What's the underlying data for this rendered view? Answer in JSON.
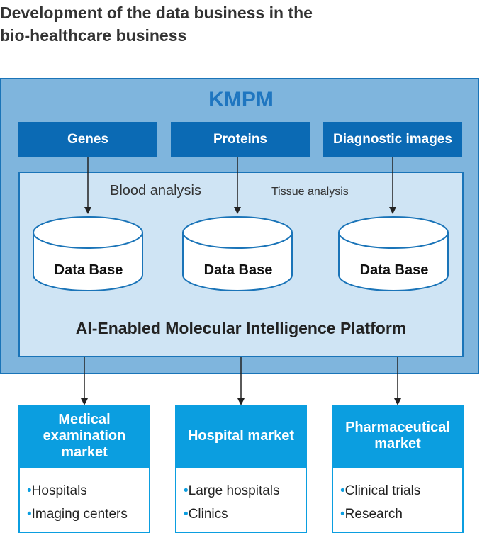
{
  "title": {
    "line1": "Development of the data business in the",
    "line2": "bio-healthcare business"
  },
  "kmpm": {
    "label": "KMPM"
  },
  "sources": [
    "Genes",
    "Proteins",
    "Diagnostic images"
  ],
  "analysis": {
    "blood": "Blood analysis",
    "tissue": "Tissue analysis"
  },
  "databases": [
    "Data Base",
    "Data Base",
    "Data Base"
  ],
  "platform": {
    "label": "AI-Enabled Molecular Intelligence Platform"
  },
  "markets": [
    {
      "head": [
        "Medical",
        "examination",
        "market"
      ],
      "items": [
        "Hospitals",
        "Imaging centers"
      ]
    },
    {
      "head": [
        "Hospital market"
      ],
      "items": [
        "Large hospitals",
        "Clinics"
      ]
    },
    {
      "head": [
        "Pharmaceutical",
        "market"
      ],
      "items": [
        "Clinical trials",
        "Research"
      ]
    }
  ],
  "colors": {
    "kmpm_bg": "#7fb5dd",
    "platform_bg": "#cfe4f4",
    "source_box": "#0b6ab4",
    "market_head": "#0b9ee0",
    "border": "#1a74b8"
  }
}
